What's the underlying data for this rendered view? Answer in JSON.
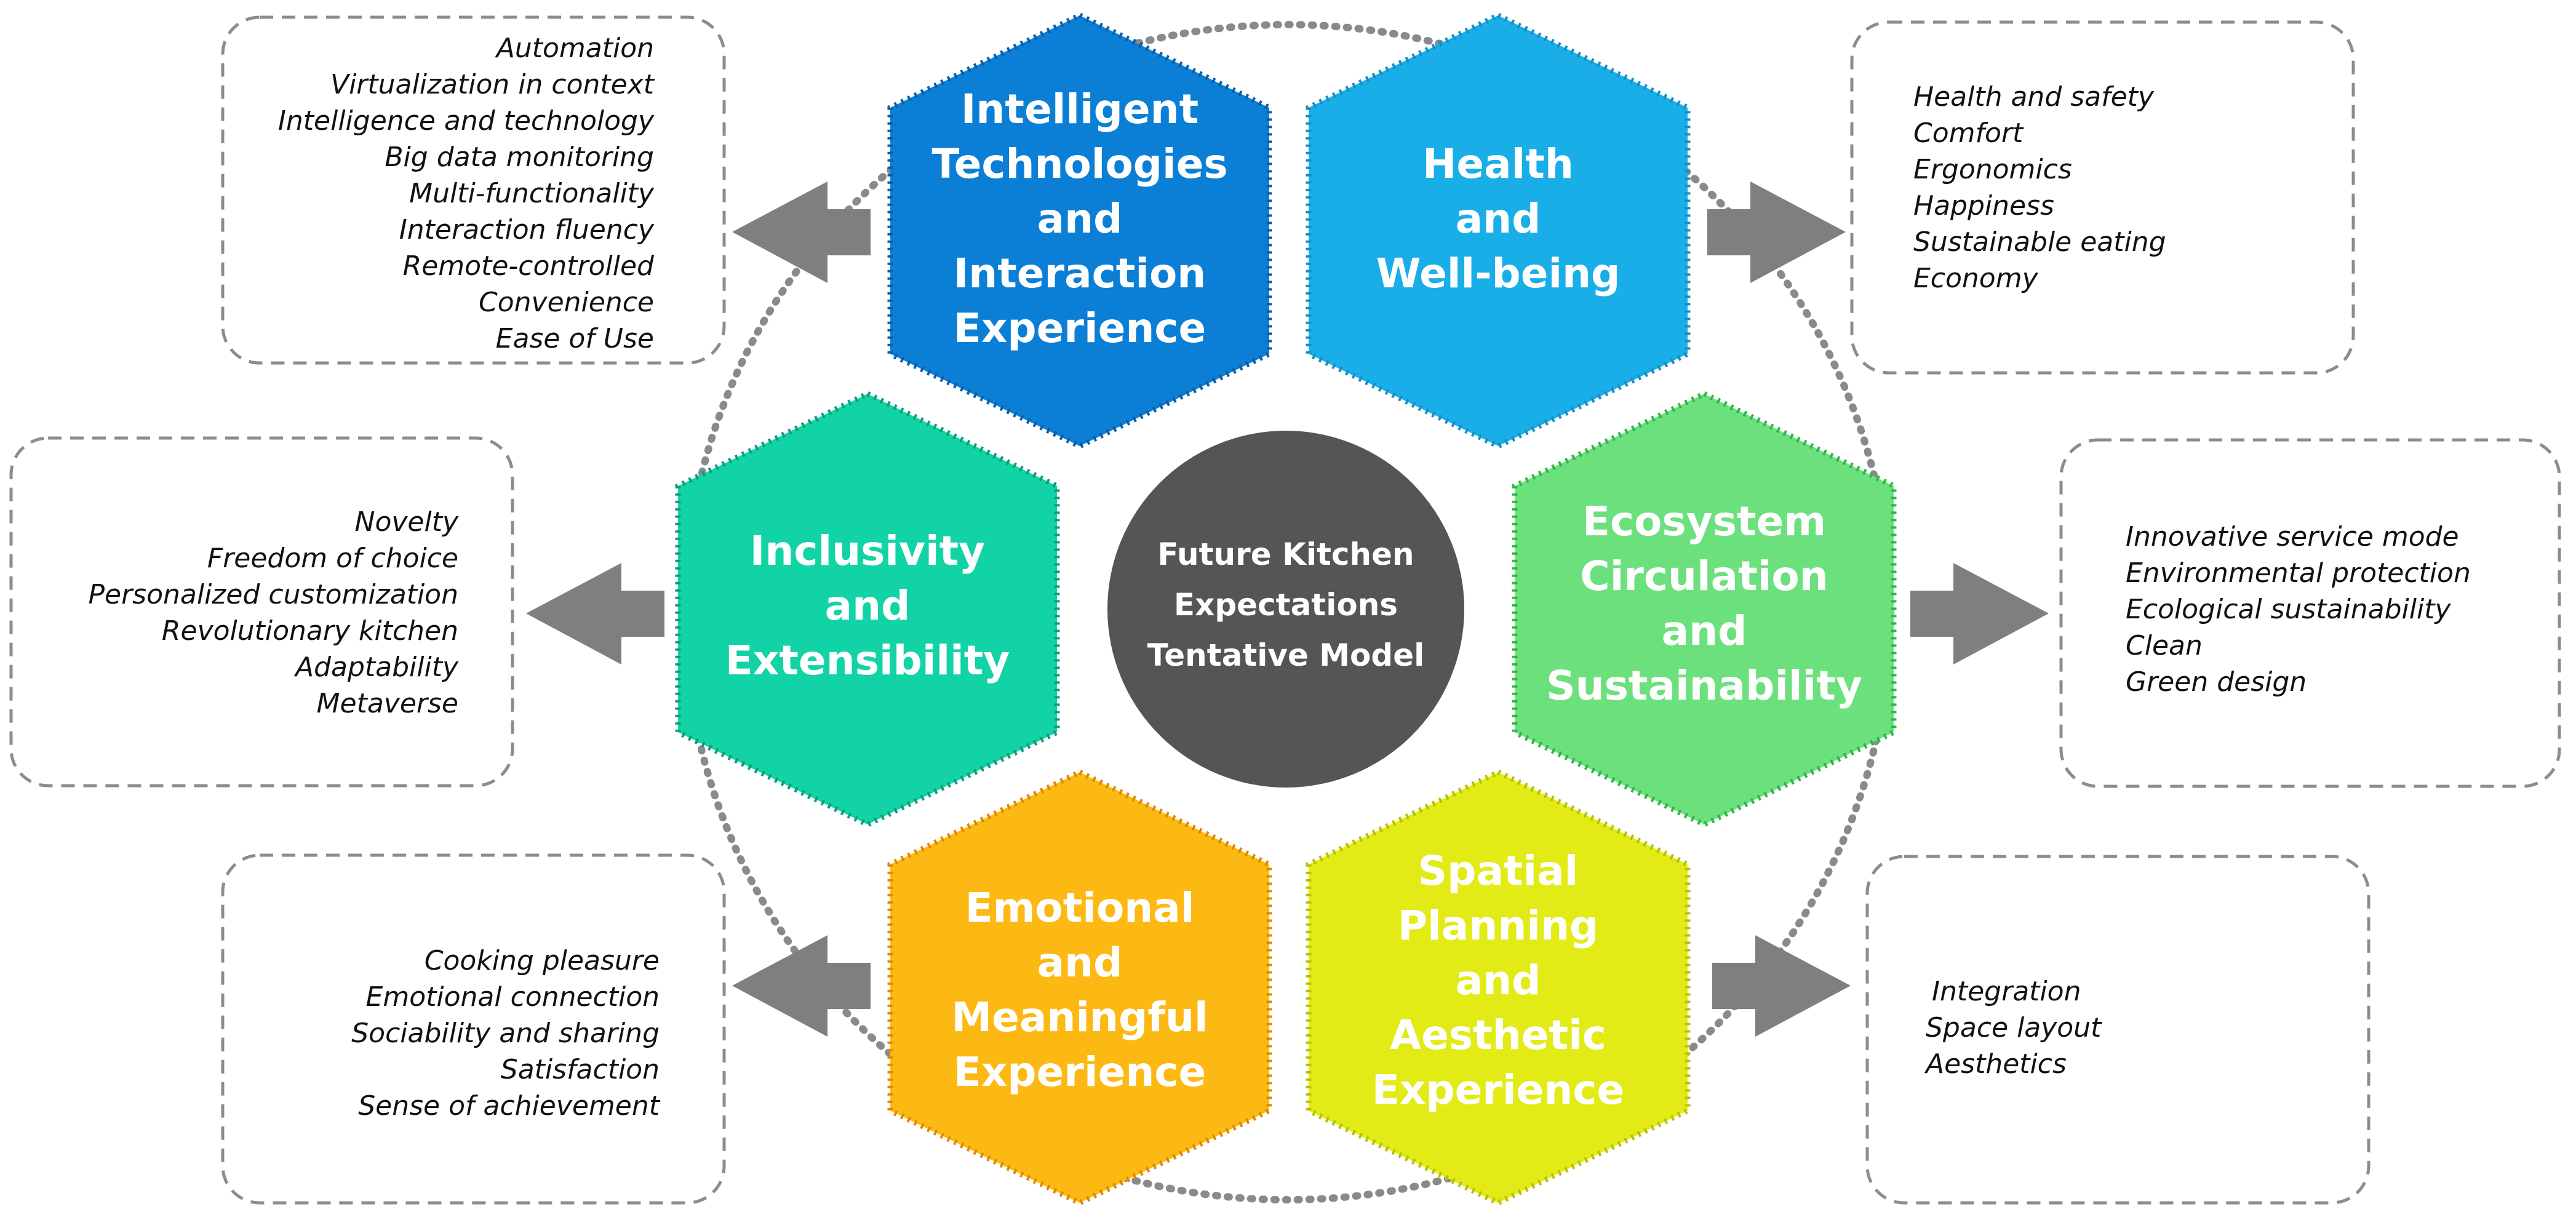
{
  "center": {
    "title_lines": [
      "Future Kitchen",
      "Expectations",
      "Tentative Model"
    ],
    "color": "#555555"
  },
  "categories": [
    {
      "id": "tech",
      "title_lines": [
        "Intelligent",
        "Technologies",
        "and",
        "Interaction",
        "Experience"
      ],
      "color": "#0B7FD6",
      "border": "#0A5FA8",
      "items": [
        "Automation",
        "Virtualization in context",
        "Intelligence and technology",
        "Big data monitoring",
        "Multi-functionality",
        "Interaction fluency",
        "Remote-controlled",
        "Convenience",
        "Ease of Use"
      ]
    },
    {
      "id": "health",
      "title_lines": [
        "Health",
        "and",
        "Well-being"
      ],
      "color": "#1AAEE8",
      "border": "#1490C6",
      "items": [
        "Health and safety",
        "Comfort",
        "Ergonomics",
        "Happiness",
        "Sustainable eating",
        "Economy"
      ]
    },
    {
      "id": "inclusivity",
      "title_lines": [
        "Inclusivity",
        "and",
        "Extensibility"
      ],
      "color": "#12D3A6",
      "border": "#0E9E7C",
      "items": [
        "Novelty",
        "Freedom of choice",
        "Personalized customization",
        "Revolutionary kitchen",
        "Adaptability",
        "Metaverse"
      ]
    },
    {
      "id": "ecosystem",
      "title_lines": [
        "Ecosystem",
        "Circulation",
        "and",
        "Sustainability"
      ],
      "color": "#6DE07E",
      "border": "#2FB84A",
      "items": [
        "Innovative service mode",
        "Environmental protection",
        "Ecological sustainability",
        "Clean",
        "Green design"
      ]
    },
    {
      "id": "emotional",
      "title_lines": [
        "Emotional",
        "and",
        "Meaningful",
        "Experience"
      ],
      "color": "#FDB913",
      "border": "#E08A00",
      "items": [
        "Cooking pleasure",
        "Emotional connection",
        "Sociability and sharing",
        "Satisfaction",
        "Sense of achievement"
      ]
    },
    {
      "id": "spatial",
      "title_lines": [
        "Spatial",
        "Planning",
        "and",
        "Aesthetic",
        "Experience"
      ],
      "color": "#E2EB15",
      "border": "#B9C200",
      "items": [
        "Integration",
        "Space layout",
        "Aesthetics"
      ]
    }
  ]
}
